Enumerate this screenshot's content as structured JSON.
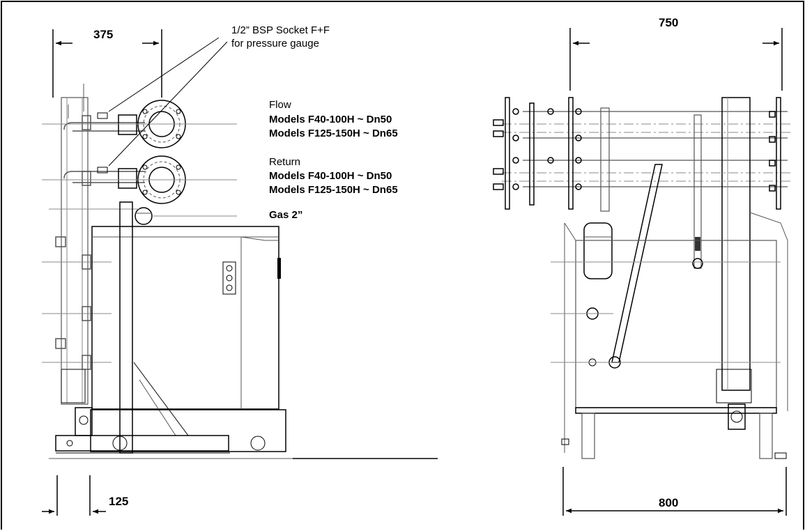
{
  "dimensions": {
    "left_top": "375",
    "right_top": "750",
    "left_bottom": "125",
    "right_bottom": "800"
  },
  "callouts": {
    "socket_line1": "1/2” BSP Socket F+F",
    "socket_line2": "for pressure gauge",
    "flow_title": "Flow",
    "flow_model_a": "Models F40-100H   ~ Dn50",
    "flow_model_b": "Models F125-150H ~ Dn65",
    "return_title": "Return",
    "return_model_a": "Models F40-100H   ~ Dn50",
    "return_model_b": "Models F125-150H ~ Dn65",
    "gas": "Gas 2”"
  }
}
